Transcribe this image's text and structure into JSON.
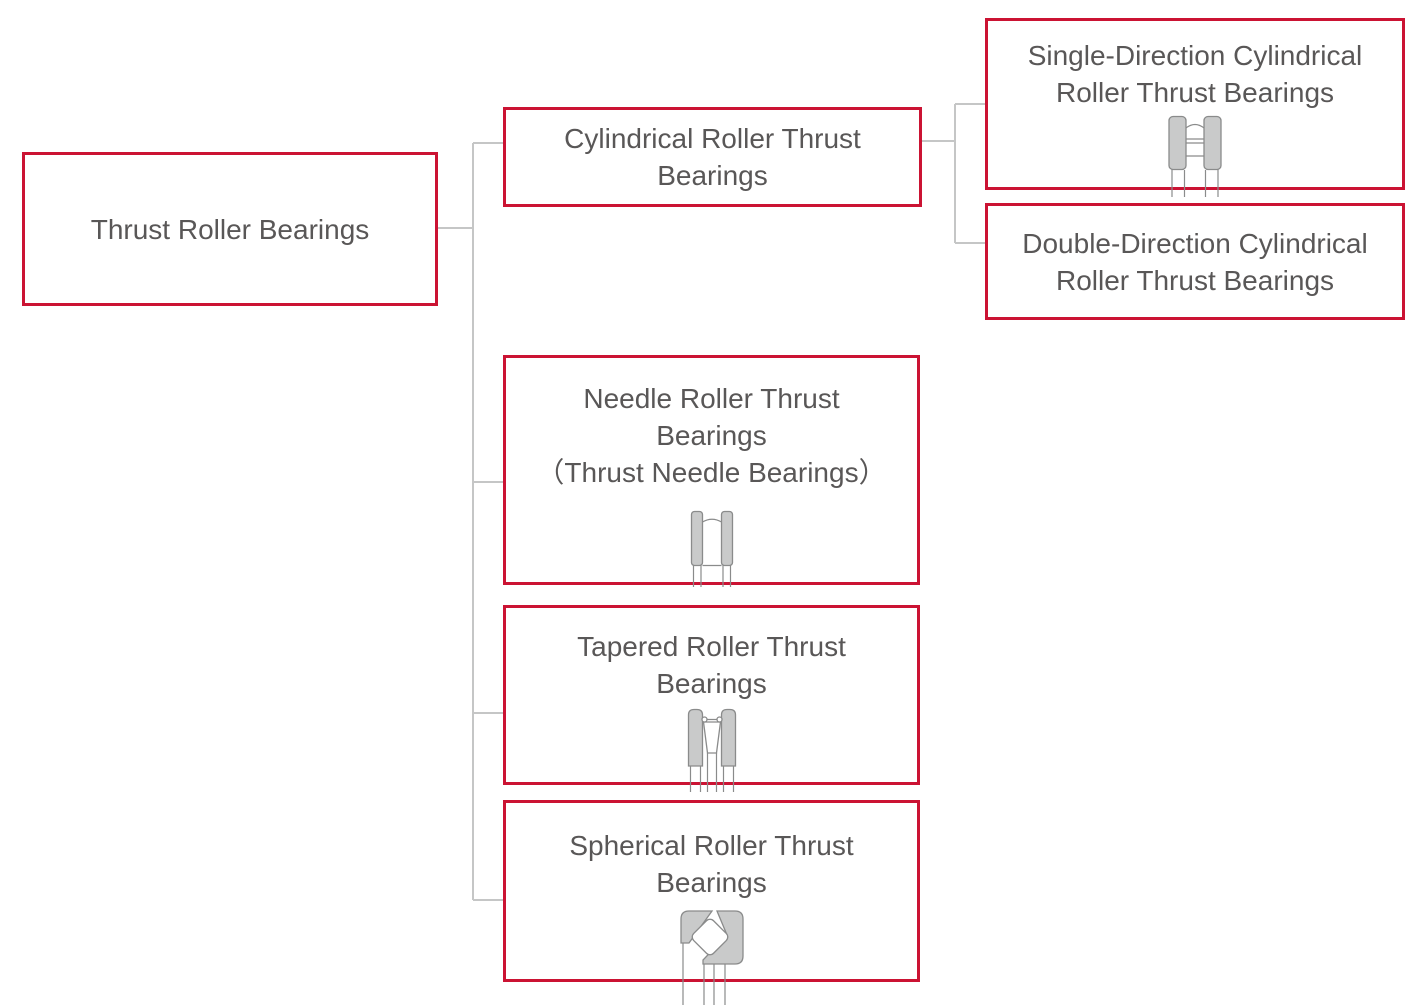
{
  "colors": {
    "background": "#ffffff",
    "box_border": "#cb1333",
    "text": "#595757",
    "connector": "#c5c6c6",
    "icon_fill": "#c9caca",
    "icon_stroke": "#8a8b8b",
    "icon_roller_fill": "#ffffff"
  },
  "nodes": {
    "root": {
      "label": "Thrust Roller Bearings",
      "lines": [
        "Thrust Roller Bearings"
      ]
    },
    "cylindrical": {
      "label": "Cylindrical Roller Thrust Bearings",
      "lines": [
        "Cylindrical Roller Thrust",
        "Bearings"
      ]
    },
    "single_direction": {
      "label": "Single-Direction Cylindrical Roller Thrust Bearings",
      "lines": [
        "Single-Direction Cylindrical",
        "Roller Thrust Bearings"
      ],
      "icon": "single-direction-cylindrical-roller-thrust-bearing-icon"
    },
    "double_direction": {
      "label": "Double-Direction Cylindrical Roller Thrust Bearings",
      "lines": [
        "Double-Direction Cylindrical",
        "Roller Thrust Bearings"
      ]
    },
    "needle": {
      "label": "Needle Roller Thrust Bearings（Thrust Needle Bearings）",
      "lines": [
        "Needle Roller Thrust",
        "Bearings",
        "（Thrust Needle Bearings）"
      ],
      "icon": "needle-roller-thrust-bearing-icon"
    },
    "tapered": {
      "label": "Tapered Roller Thrust Bearings",
      "lines": [
        "Tapered Roller Thrust",
        "Bearings"
      ],
      "icon": "tapered-roller-thrust-bearing-icon"
    },
    "spherical": {
      "label": "Spherical Roller Thrust Bearings",
      "lines": [
        "Spherical Roller Thrust",
        "Bearings"
      ],
      "icon": "spherical-roller-thrust-bearing-icon"
    }
  }
}
